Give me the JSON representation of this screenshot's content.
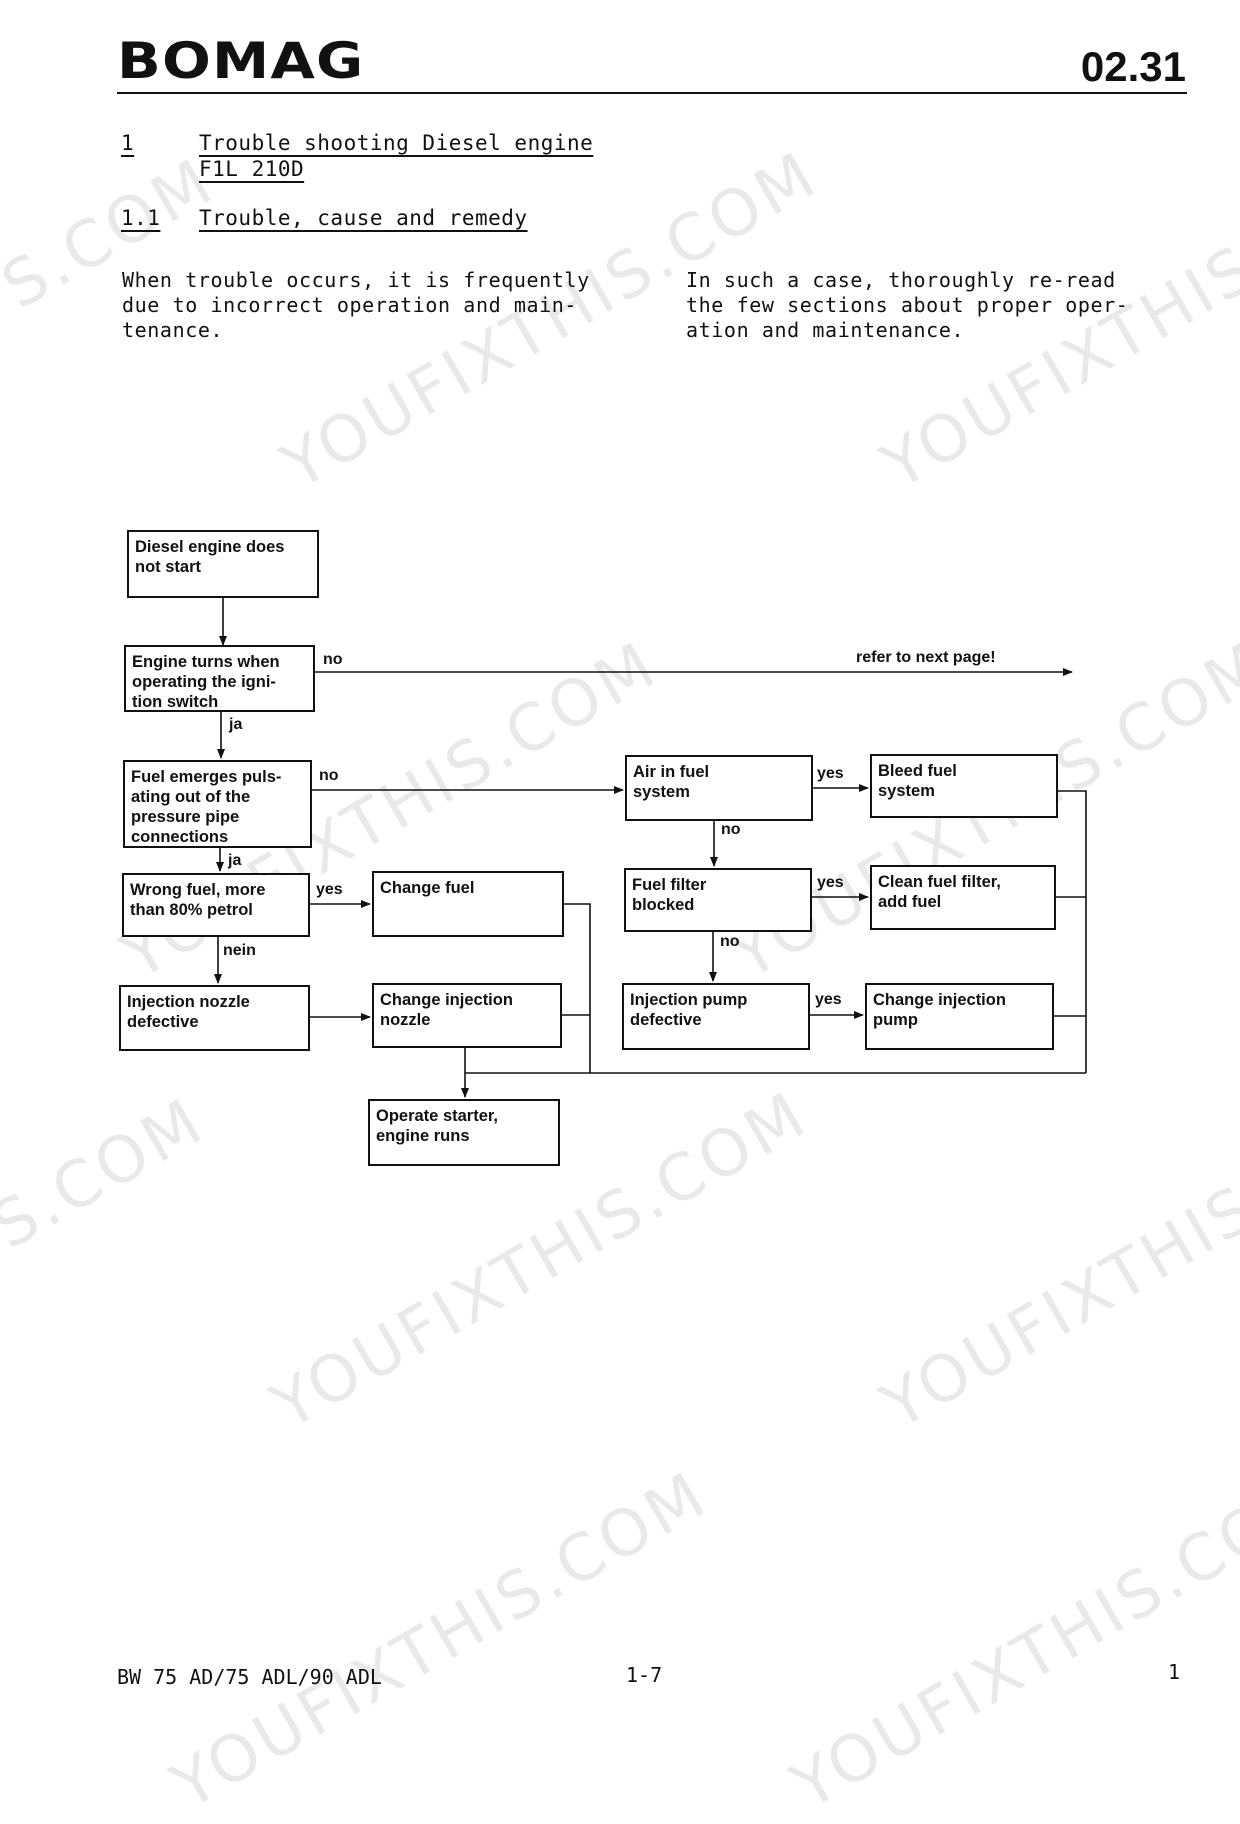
{
  "header": {
    "logo": "BOMAG",
    "page_code": "02.31"
  },
  "section": {
    "number": "1",
    "title_line1": "Trouble shooting Diesel engine",
    "title_line2": "F1L 210D"
  },
  "subsection": {
    "number": "1.1",
    "title": "Trouble, cause and remedy"
  },
  "intro": {
    "left": "When trouble occurs, it is frequently\ndue to incorrect operation and main-\ntenance.",
    "right": "In such a case, thoroughly re-read\nthe few sections about proper oper-\nation and maintenance."
  },
  "flowchart": {
    "boxes": {
      "start": "Diesel engine does\nnot start",
      "engine_turns": "Engine turns when\noperating the igni-\ntion switch",
      "fuel_emerges": "Fuel emerges puls-\nating out of the\npressure pipe\nconnections",
      "wrong_fuel": "Wrong fuel, more\nthan 80% petrol",
      "nozzle_defective": "Injection nozzle\ndefective",
      "change_fuel": "Change fuel",
      "change_nozzle": "Change injection\nnozzle",
      "operate_starter": "Operate starter,\nengine runs",
      "air_in_fuel": "Air in fuel\nsystem",
      "bleed_fuel": "Bleed fuel\nsystem",
      "filter_blocked": "Fuel filter\nblocked",
      "clean_filter": "Clean fuel filter,\nadd fuel",
      "pump_defective": "Injection pump\ndefective",
      "change_pump": "Change injection\npump"
    },
    "labels": {
      "no_engine_turns": "no",
      "refer_next": "refer to next page!",
      "ja_1": "ja",
      "no_fuel_emerges": "no",
      "ja_2": "ja",
      "yes_wrong_fuel": "yes",
      "nein": "nein",
      "yes_air": "yes",
      "no_air": "no",
      "yes_filter": "yes",
      "no_filter": "no",
      "yes_pump": "yes"
    }
  },
  "footer": {
    "model": "BW 75 AD/75 ADL/90 ADL",
    "page": "1-7",
    "number": "1"
  },
  "watermarks": [
    "S.COM",
    "YOUFIXTHIS.COM",
    "YOUFIXTHIS",
    "YOUFIXTHIS.COM",
    "YOUFIXTHIS.COM",
    "S.COM",
    "YOUFIXTHIS.COM",
    "YOUFIXTHIS",
    "YOUFIXTHIS.COM",
    "YOUFIXTHIS.COM"
  ]
}
